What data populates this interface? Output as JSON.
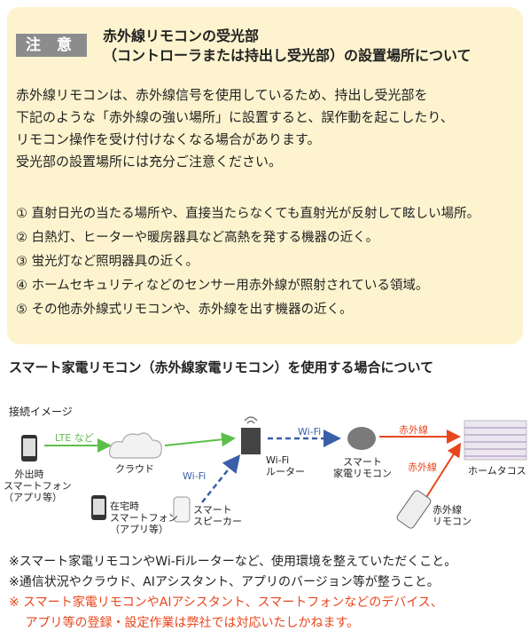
{
  "notice": {
    "badge": "注 意",
    "title_line1": "赤外線リモコンの受光部",
    "title_line2": "（コントローラまたは持出し受光部）の設置場所について",
    "paragraph": [
      "赤外線リモコンは、赤外線信号を使用しているため、持出し受光部を",
      "下記のような「赤外線の強い場所」に設置すると、誤作動を起こしたり、",
      "リモコン操作を受け付けなくなる場合があります。",
      "受光部の設置場所には充分ご注意ください。"
    ],
    "items": [
      "① 直射日光の当たる場所や、直接当たらなくても直射光が反射して眩しい場所。",
      "② 白熱灯、ヒーターや暖房器具など高熱を発する機器の近く。",
      "③ 蛍光灯など照明器具の近く。",
      "④ ホームセキュリティなどのセンサー用赤外線が照射されている領域。",
      "⑤ その他赤外線式リモコンや、赤外線を出す機器の近く。"
    ]
  },
  "section_title": "スマート家電リモコン（赤外線家電リモコン）を使用する場合について",
  "diagram": {
    "heading": "接続イメージ",
    "lte_label": "LTE など",
    "wifi_label_top": "Wi-Fi",
    "wifi_label_left": "Wi-Fi",
    "ir_label_top": "赤外線",
    "ir_label_mid": "赤外線",
    "phone_out": [
      "外出時",
      "スマートフォン",
      "（アプリ等）"
    ],
    "cloud": "クラウド",
    "router": [
      "Wi-Fi",
      "ルーター"
    ],
    "smart_remote": [
      "スマート",
      "家電リモコン"
    ],
    "home_taco": "ホームタコス",
    "phone_home": [
      "在宅時",
      "スマートフォン",
      "（アプリ等）"
    ],
    "speaker": [
      "スマート",
      "スピーカー"
    ],
    "ir_remote": [
      "赤外線",
      "リモコン"
    ],
    "colors": {
      "lte": "#5cbf4a",
      "wifi": "#3a5fa8",
      "ir": "#e8461d",
      "device": "#666666"
    }
  },
  "notes": [
    "※スマート家電リモコンやWi-Fiルーターなど、使用環境を整えていただくこと。",
    "※通信状況やクラウド、AIアシスタント、アプリのバージョン等が整うこと。"
  ],
  "notes_red": [
    "※ スマート家電リモコンやAIアシスタント、スマートフォンなどのデバイス、",
    "　 アプリ等の登録・設定作業は弊社では対応いたしかねます。"
  ]
}
